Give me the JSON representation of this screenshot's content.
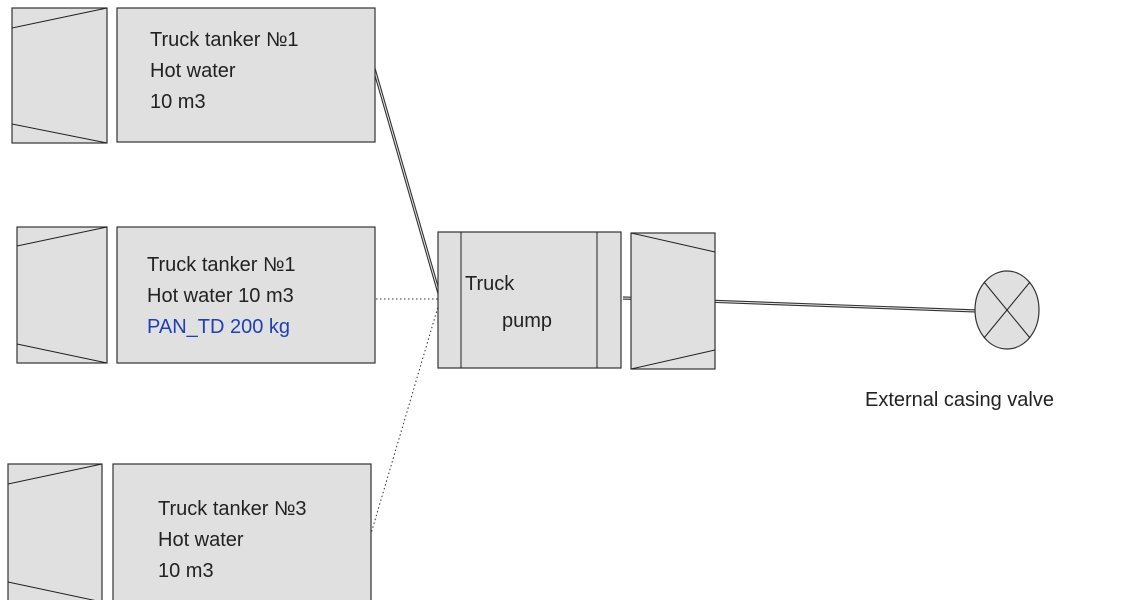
{
  "tankers": [
    {
      "name": "Truck tanker №1",
      "lines": [
        "Hot water",
        "10 m3"
      ]
    },
    {
      "name": "Truck tanker №1",
      "lines": [
        "Hot water 10 m3"
      ],
      "additive": "PAN_TD 200 kg"
    },
    {
      "name": "Truck tanker №3",
      "lines": [
        "Hot water",
        "10 m3"
      ]
    }
  ],
  "pump": {
    "line1": "Truck",
    "line2": "pump"
  },
  "valve": {
    "label": "External casing valve"
  },
  "colors": {
    "box_fill": "#e0e0e0",
    "outline": "#333333",
    "additive_text": "#1f3fb5"
  },
  "connections": [
    {
      "from": "tanker-1",
      "to": "truck-pump",
      "style": "solid"
    },
    {
      "from": "tanker-2",
      "to": "truck-pump",
      "style": "dotted"
    },
    {
      "from": "tanker-3",
      "to": "truck-pump",
      "style": "dotted"
    },
    {
      "from": "truck-pump",
      "to": "external-casing-valve",
      "style": "solid"
    }
  ]
}
